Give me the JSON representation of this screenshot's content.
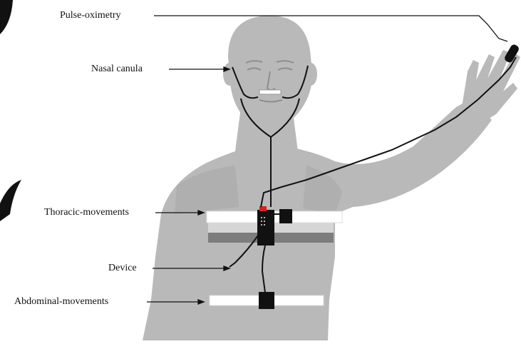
{
  "labels": {
    "pulse_oximetry": "Pulse-oximetry",
    "nasal_canula": "Nasal canula",
    "thoracic_movements": "Thoracic-movements",
    "device": "Device",
    "abdominal_movements": "Abdominal-movements"
  },
  "colors": {
    "background": "#ffffff",
    "body": "#b8b8b8",
    "body_shadow": "#9a9a9a",
    "belt": "#ffffff",
    "belt_band_dark": "#7d7d7d",
    "wire": "#111111",
    "sensor": "#111111",
    "led": "#d62020"
  }
}
